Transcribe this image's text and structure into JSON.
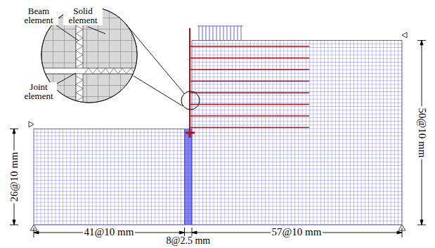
{
  "diagram": {
    "labels": [
      "Beam element",
      "Solid element",
      "Joint element",
      "50@10 mm",
      "26@10 mm",
      "41@10 mm",
      "8@2.5 mm",
      "57@10 mm"
    ]
  }
}
